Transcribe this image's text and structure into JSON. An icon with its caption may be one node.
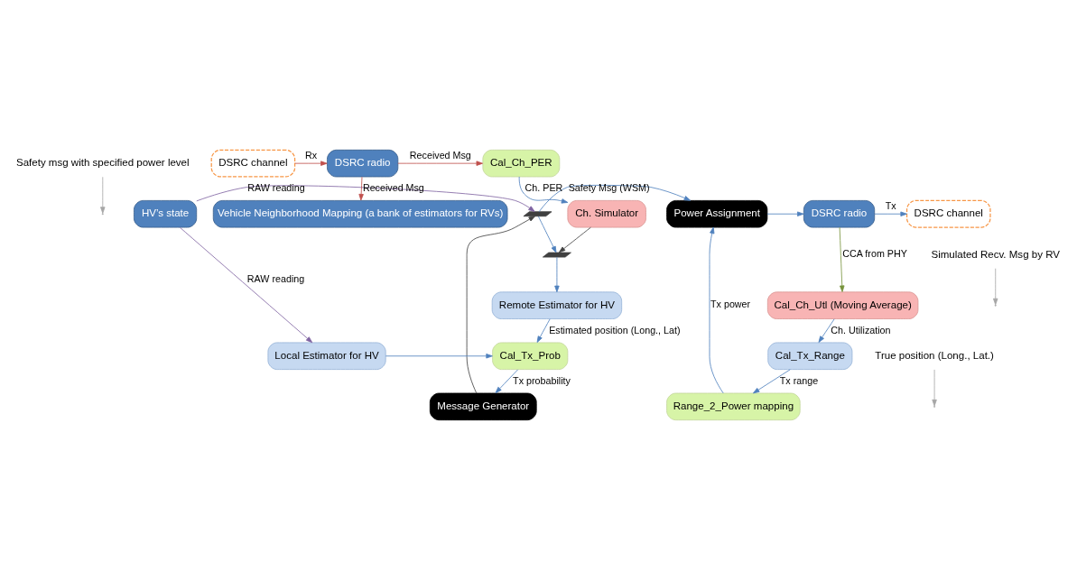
{
  "diagram": {
    "nodes": [
      {
        "text": [
          "HV’s state"
        ]
      },
      {
        "text": [],
        "shape": "switch"
      },
      {
        "text": [
          "Power Assignment"
        ]
      },
      {
        "text": [
          "DSRC radio"
        ]
      },
      {
        "text": [
          "DSRC channel"
        ]
      },
      {
        "text": [
          "Message Generator"
        ]
      },
      {
        "text": [
          "Range_2_Power mapping"
        ]
      },
      {
        "text": [
          "Local Estimator for HV"
        ]
      },
      {
        "text": [
          "Cal_Tx_Prob"
        ]
      },
      {
        "text": [
          "Cal_Tx_Range"
        ]
      },
      {
        "text": [
          "Remote Estimator for HV"
        ]
      },
      {
        "text": [
          "Cal_Ch_Utl (Moving Average)"
        ]
      },
      {
        "text": [],
        "shape": "switch"
      },
      {
        "text": [
          "Ch. Simulator"
        ]
      },
      {
        "text": [
          "Cal_Ch_PER"
        ]
      },
      {
        "text": [
          "DSRC radio"
        ]
      },
      {
        "text": [
          "DSRC channel"
        ]
      },
      {
        "text": [
          "Vehicle Neighborhood Mapping (a bank of estimators for RVs)"
        ]
      },
      {
        "text": [
          "Safety msg with specified power level"
        ]
      },
      {
        "text": [
          "True position (Long., Lat.)"
        ]
      },
      {
        "text": [
          "Simulated Recv. Msg by RV"
        ]
      }
    ],
    "edges": [
      {
        "from": 0,
        "to": 1,
        "arrow": "to",
        "label": "RAW reading",
        "color": "#8064a2"
      },
      {
        "from": 0,
        "to": 7,
        "arrow": "to",
        "label": "RAW reading",
        "color": "#8064a2"
      },
      {
        "from": 5,
        "to": 1,
        "arrow": "to",
        "color": "#404040"
      },
      {
        "from": 1,
        "to": 2,
        "arrow": "to",
        "label": "Safety Msg (WSM)"
      },
      {
        "from": 1,
        "to": 12,
        "arrow": "to"
      },
      {
        "from": 2,
        "to": 3,
        "arrow": "to"
      },
      {
        "from": 3,
        "to": 4,
        "arrow": "to",
        "label": "Tx"
      },
      {
        "from": 6,
        "to": 2,
        "arrow": "to",
        "label": "Tx power"
      },
      {
        "from": 9,
        "to": 6,
        "arrow": "to",
        "label": "Tx range"
      },
      {
        "from": 11,
        "to": 9,
        "arrow": "to",
        "label": "Ch. Utilization"
      },
      {
        "from": 3,
        "to": 11,
        "arrow": "to",
        "label": "CCA from PHY",
        "color": "#77933c"
      },
      {
        "from": 7,
        "to": 8,
        "arrow": "to"
      },
      {
        "from": 8,
        "to": 5,
        "arrow": "to",
        "label": "Tx probability"
      },
      {
        "from": 10,
        "to": 8,
        "arrow": "to",
        "label": "Estimated position (Long., Lat)"
      },
      {
        "from": 12,
        "to": 10,
        "arrow": "to"
      },
      {
        "from": 13,
        "to": 12,
        "arrow": "to",
        "color": "#404040"
      },
      {
        "from": 14,
        "to": 13,
        "arrow": "to",
        "label": "Ch. PER"
      },
      {
        "from": 15,
        "to": 14,
        "arrow": "to",
        "label": "Received Msg",
        "color": "#c0504d"
      },
      {
        "from": 15,
        "to": 17,
        "arrow": "to",
        "label": "Received Msg",
        "color": "#c0504d"
      },
      {
        "from": 16,
        "to": 15,
        "arrow": "to",
        "label": "Rx",
        "color": "#c0504d"
      },
      {
        "from": 18,
        "to": null,
        "arrow": "to",
        "color": "#a6a6a6"
      },
      {
        "from": 19,
        "to": null,
        "arrow": "to",
        "color": "#a6a6a6"
      },
      {
        "from": 20,
        "to": null,
        "arrow": "to",
        "color": "#a6a6a6"
      }
    ]
  }
}
